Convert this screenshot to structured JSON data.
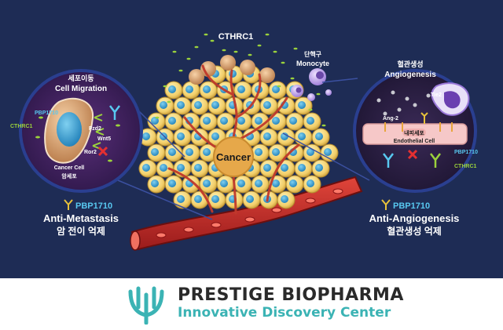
{
  "diagram": {
    "top_label": "CTHRC1",
    "monocyte_kr": "단핵구",
    "monocyte_en": "Monocyte",
    "center_label": "Cancer",
    "left_panel": {
      "title_kr": "세포이동",
      "title_en": "Cell Migration",
      "pbp": "PBP1710",
      "cthrc": "CTHRC1",
      "fzd": "Fzd2",
      "wnt": "Wnt5",
      "ror": "Ror2",
      "cell_en": "Cancer Cell",
      "cell_kr": "암세포"
    },
    "right_panel": {
      "title_kr": "혈관생성",
      "title_en": "Angiogenesis",
      "tie": "Tie2",
      "ang": "Ang-2",
      "endo_kr": "내피세포",
      "endo_en": "Endothelial Cell",
      "pbp": "PBP1710",
      "cthrc": "CTHRC1"
    },
    "left_caption": {
      "drug": "PBP1710",
      "title": "Anti-Metastasis",
      "subtitle": "암 전이 억제"
    },
    "right_caption": {
      "drug": "PBP1710",
      "title": "Anti-Angiogenesis",
      "subtitle": "혈관생성 억제"
    }
  },
  "footer": {
    "brand_name": "PRESTIGE BIOPHARMA",
    "brand_tagline": "Innovative Discovery Center"
  },
  "colors": {
    "background": "#1e2c55",
    "accent_teal": "#3bb3b4",
    "pbp_cyan": "#58c8f0",
    "cthrc_green": "#9bd23c"
  }
}
